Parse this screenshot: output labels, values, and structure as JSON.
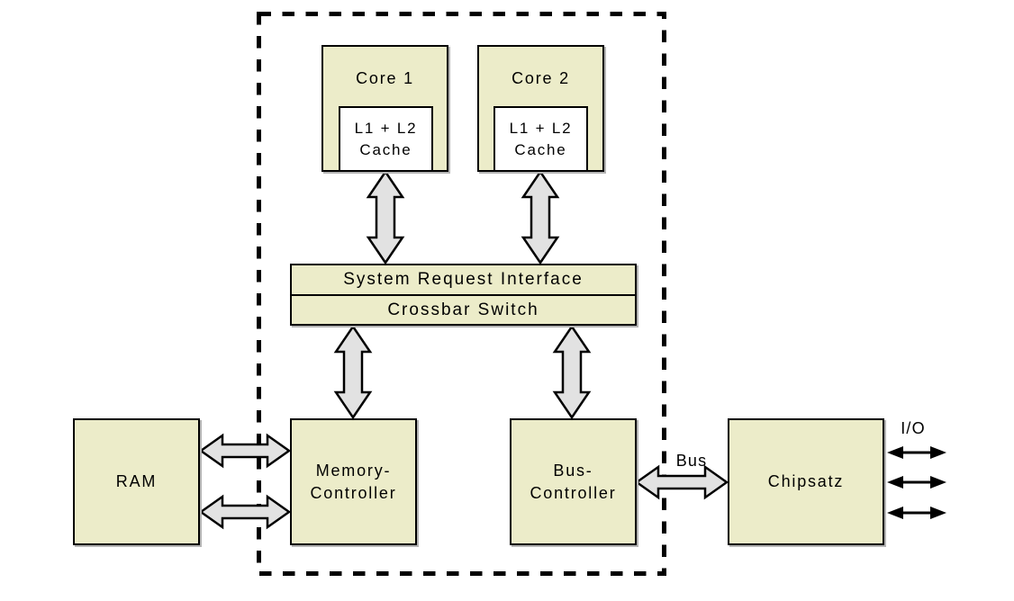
{
  "colors": {
    "background": "#ffffff",
    "box_fill": "#ececc9",
    "cache_fill": "#ffffff",
    "box_border": "#000000",
    "arrow_fill": "#e2e2e2",
    "arrow_border": "#000000",
    "dashed_border": "#000000",
    "text": "#000000"
  },
  "nodes": {
    "core1": {
      "label": "Core 1"
    },
    "core2": {
      "label": "Core 2"
    },
    "cache1": {
      "line1": "L1 + L2",
      "line2": "Cache"
    },
    "cache2": {
      "line1": "L1 + L2",
      "line2": "Cache"
    },
    "system_request_interface": {
      "label": "System Request Interface"
    },
    "crossbar_switch": {
      "label": "Crossbar Switch"
    },
    "ram": {
      "label": "RAM"
    },
    "memory_controller": {
      "line1": "Memory-",
      "line2": "Controller"
    },
    "bus_controller": {
      "line1": "Bus-",
      "line2": "Controller"
    },
    "chipset": {
      "label": "Chipsatz"
    }
  },
  "labels": {
    "bus": "Bus",
    "io": "I/O"
  },
  "connections": [
    {
      "from": "cache1",
      "to": "system_request_interface",
      "type": "bidirectional-block-arrow"
    },
    {
      "from": "cache2",
      "to": "system_request_interface",
      "type": "bidirectional-block-arrow"
    },
    {
      "from": "crossbar_switch",
      "to": "memory_controller",
      "type": "bidirectional-block-arrow"
    },
    {
      "from": "crossbar_switch",
      "to": "bus_controller",
      "type": "bidirectional-block-arrow"
    },
    {
      "from": "ram",
      "to": "memory_controller",
      "type": "bidirectional-block-arrow",
      "count": 2
    },
    {
      "from": "bus_controller",
      "to": "chipset",
      "type": "bidirectional-block-arrow",
      "label": "Bus"
    },
    {
      "from": "chipset",
      "to": "io",
      "type": "bidirectional-thin-arrow",
      "count": 3,
      "label": "I/O"
    }
  ]
}
